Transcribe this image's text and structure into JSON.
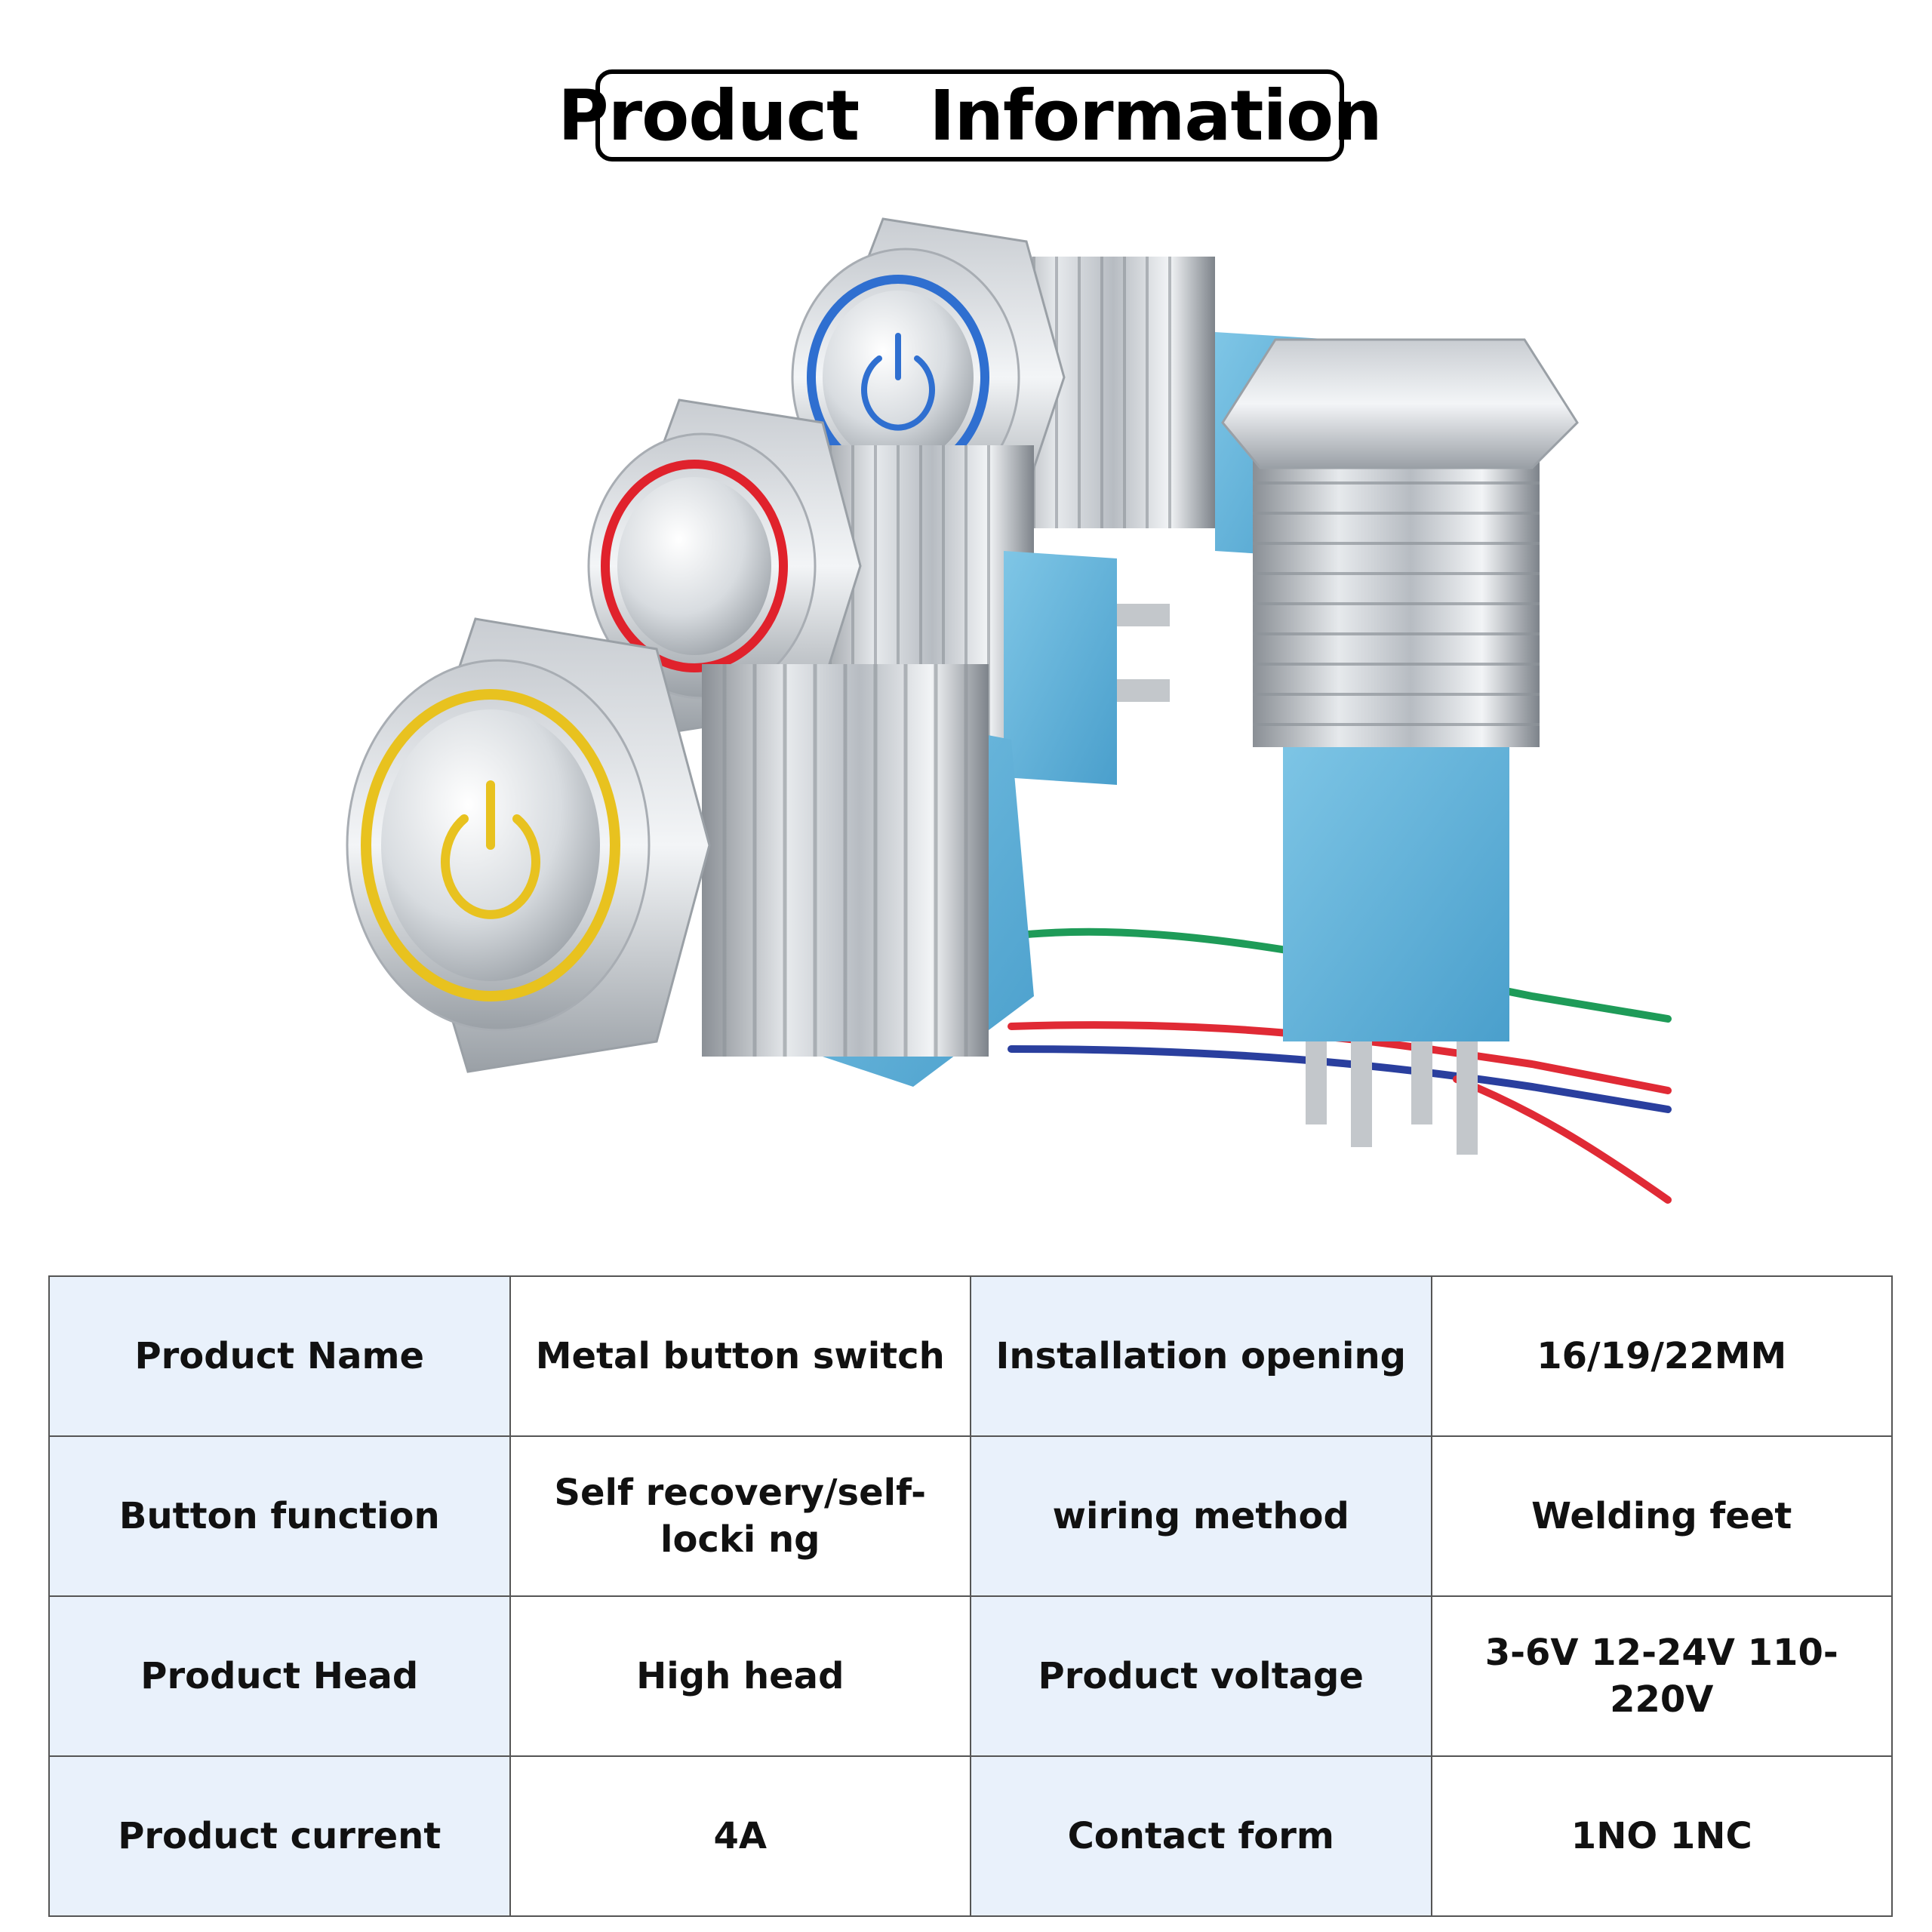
{
  "title": "Product   Information",
  "product_image": {
    "description_icon": "push-button-switches-illustration",
    "ring_colors": [
      "#e8c21f",
      "#e0222c",
      "#2f6fd0"
    ],
    "housing_color": "#5fb2dc",
    "wire_colors": [
      "#1e9b58",
      "#e02a35",
      "#2a3f9e"
    ]
  },
  "spec_table": {
    "rows": [
      [
        {
          "text": "Product Name",
          "kind": "label"
        },
        {
          "text": "Metal button switch",
          "kind": "value"
        },
        {
          "text": "Installation opening",
          "kind": "label"
        },
        {
          "text": "16/19/22MM",
          "kind": "value"
        }
      ],
      [
        {
          "text": "Button function",
          "kind": "label"
        },
        {
          "text": "Self recovery/self-locki ng",
          "kind": "value"
        },
        {
          "text": "wiring method",
          "kind": "label"
        },
        {
          "text": "Welding feet",
          "kind": "value"
        }
      ],
      [
        {
          "text": "Product Head",
          "kind": "label"
        },
        {
          "text": "High head",
          "kind": "value"
        },
        {
          "text": "Product voltage",
          "kind": "label"
        },
        {
          "text": "3-6V 12-24V 110-220V",
          "kind": "value"
        }
      ],
      [
        {
          "text": "Product current",
          "kind": "label"
        },
        {
          "text": "4A",
          "kind": "value"
        },
        {
          "text": "Contact form",
          "kind": "label"
        },
        {
          "text": "1NO 1NC",
          "kind": "value"
        }
      ]
    ]
  }
}
